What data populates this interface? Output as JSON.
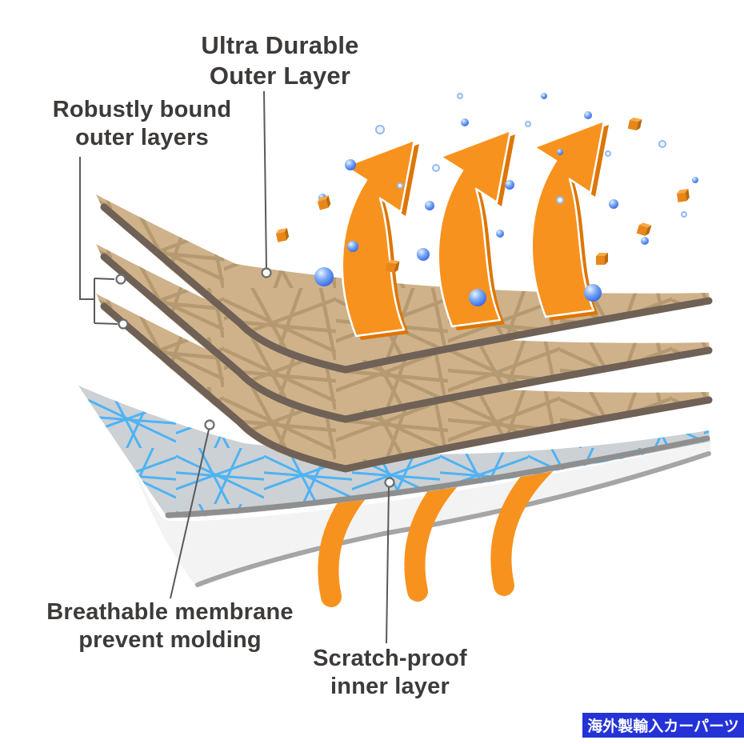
{
  "labels": {
    "ultra_durable": {
      "line1": "Ultra Durable",
      "line2": "Outer Layer"
    },
    "robustly_bound": {
      "line1": "Robustly bound",
      "line2": "outer layers"
    },
    "breathable_membrane": {
      "line1": "Breathable membrane",
      "line2": "prevent molding"
    },
    "scratch_proof": {
      "line1": "Scratch-proof",
      "line2": "inner layer"
    }
  },
  "badge": {
    "text": "海外製輸入カーパーツ",
    "background_color": "#2433d6",
    "text_color": "#ffffff"
  },
  "colors": {
    "outer_layer_tan": "#cfb28a",
    "fiber_weave_tan": "#b1976e",
    "layer_edge_brown": "#6f6156",
    "membrane_base_gray": "#ccd1d5",
    "membrane_mesh_blue": "#4fb3f3",
    "membrane_edge_gray": "#8f8f8f",
    "inner_layer_white": "#f3f3f3",
    "inner_layer_edge_gray": "#a5a5a5",
    "arrow_orange": "#f8921e",
    "arrow_shadow_orange": "#dd7606",
    "droplet_blue": "#2d5ce4",
    "label_text": "#3d3a38"
  }
}
